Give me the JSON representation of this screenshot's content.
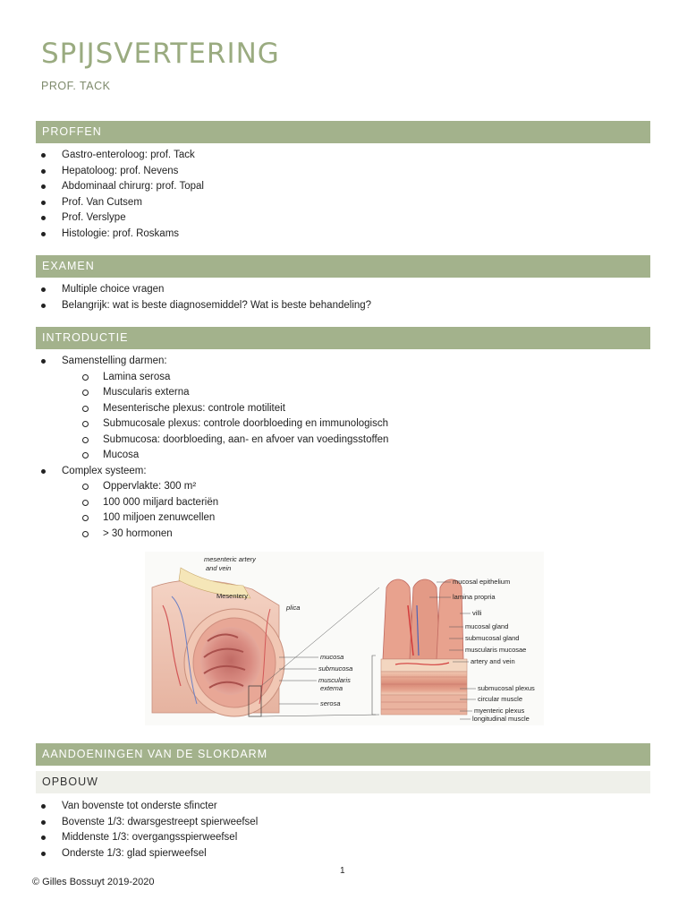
{
  "header": {
    "title": "SPIJSVERTERING",
    "subtitle": "PROF. TACK"
  },
  "sections": {
    "proffen": {
      "heading": "PROFFEN",
      "items": [
        "Gastro-enteroloog: prof. Tack",
        "Hepatoloog: prof. Nevens",
        "Abdominaal chirurg: prof. Topal",
        "Prof. Van Cutsem",
        "Prof. Verslype",
        "Histologie: prof. Roskams"
      ]
    },
    "examen": {
      "heading": "EXAMEN",
      "items": [
        "Multiple choice vragen",
        "Belangrijk: wat is beste diagnosemiddel? Wat is beste behandeling?"
      ]
    },
    "introductie": {
      "heading": "INTRODUCTIE",
      "item1": "Samenstelling darmen:",
      "sub1": [
        "Lamina serosa",
        "Muscularis externa",
        "Mesenterische plexus: controle motiliteit",
        "Submucosale plexus: controle doorbloeding en immunologisch",
        "Submucosa: doorbloeding, aan- en afvoer van voedingsstoffen",
        "Mucosa"
      ],
      "item2": "Complex systeem:",
      "sub2": [
        "Oppervlakte: 300 m²",
        "100 000 miljard bacteriën",
        "100 miljoen zenuwcellen",
        "> 30 hormonen"
      ]
    },
    "slokdarm": {
      "heading": "AANDOENINGEN VAN DE SLOKDARM",
      "subheading": "OPBOUW",
      "items": [
        "Van bovenste tot onderste sfincter",
        "Bovenste 1/3: dwarsgestreept spierweefsel",
        "Middenste 1/3: overgangsspierweefsel",
        "Onderste 1/3: glad spierweefsel"
      ]
    }
  },
  "figure": {
    "labels": {
      "mesenteric_artery": "mesenteric artery",
      "and_vein": "and vein",
      "mesentery": "Mesentery",
      "plica": "plica",
      "mucosa": "mucosa",
      "submucosa": "submucosa",
      "muscularis": "muscularis",
      "externa": "externa",
      "serosa": "serosa",
      "mucosal_epithelium": "mucosal epithelium",
      "lamina_propria": "lamina propria",
      "villi": "villi",
      "mucosal_gland": "mucosal gland",
      "submucosal_gland": "submucosal gland",
      "muscularis_mucosae": "muscularis mucosae",
      "artery_and_vein": "artery and vein",
      "submucosal_plexus": "submucosal plexus",
      "circular_muscle": "circular muscle",
      "myenteric_plexus": "myenteric plexus",
      "longitudinal_muscle": "longitudinal muscle"
    }
  },
  "footer": {
    "copyright": "© Gilles Bossuyt 2019-2020",
    "page_number": "1"
  }
}
